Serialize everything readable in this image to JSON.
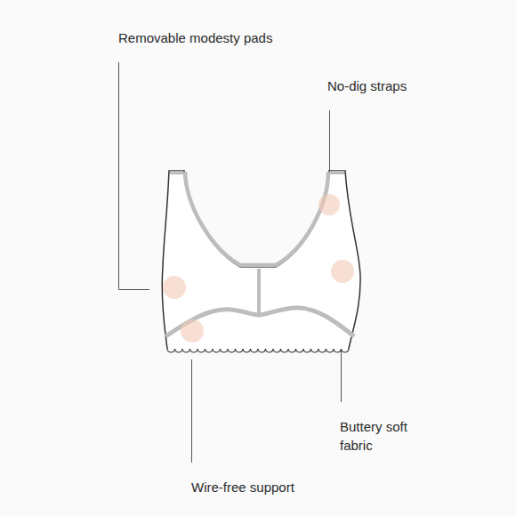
{
  "diagram": {
    "labels": [
      "Removable modesty pads",
      "No-dig straps",
      "Buttery soft fabric",
      "Wire-free support"
    ]
  }
}
